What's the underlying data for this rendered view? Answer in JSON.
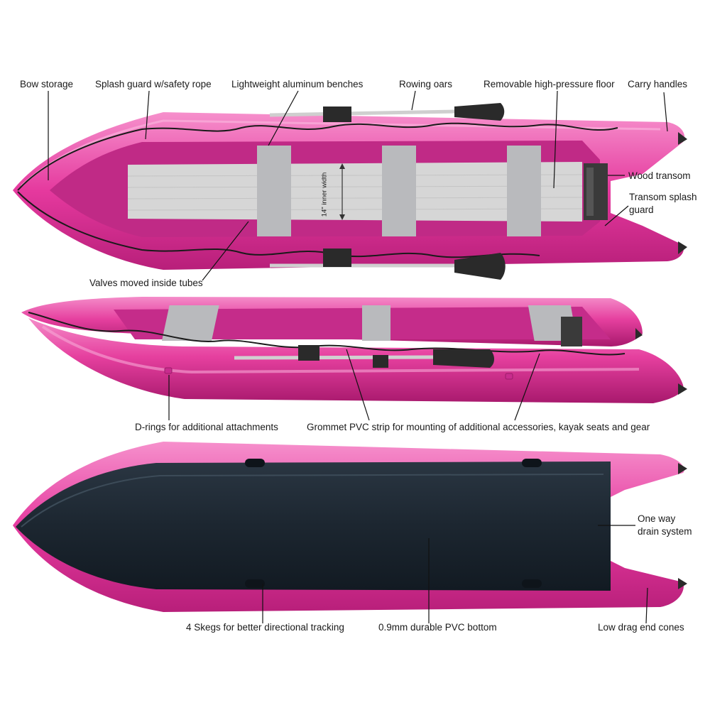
{
  "labels": {
    "bow_storage": "Bow storage",
    "splash_guard": "Splash guard w/safety rope",
    "benches": "Lightweight aluminum benches",
    "oars": "Rowing oars",
    "floor": "Removable high-pressure floor",
    "carry_handles": "Carry handles",
    "wood_transom": "Wood transom",
    "transom_splash_1": "Transom splash",
    "transom_splash_2": "guard",
    "inner_width": "14\" inner width",
    "valves": "Valves moved inside tubes",
    "d_rings": "D-rings for additional attachments",
    "grommet": "Grommet PVC strip for mounting of additional accessories, kayak seats and gear",
    "drain_1": "One way",
    "drain_2": "drain system",
    "skegs": "4 Skegs for better directional tracking",
    "pvc_bottom": "0.9mm durable PVC bottom",
    "end_cones": "Low drag end cones"
  },
  "colors": {
    "hull_pink": "#e5399e",
    "hull_pink_light": "#f47dc4",
    "hull_pink_dark": "#b81f7a",
    "floor_grey": "#d9d9d9",
    "bench_grey": "#b9babd",
    "bottom_dark": "#1c2630",
    "oar_black": "#2a2a2a"
  }
}
